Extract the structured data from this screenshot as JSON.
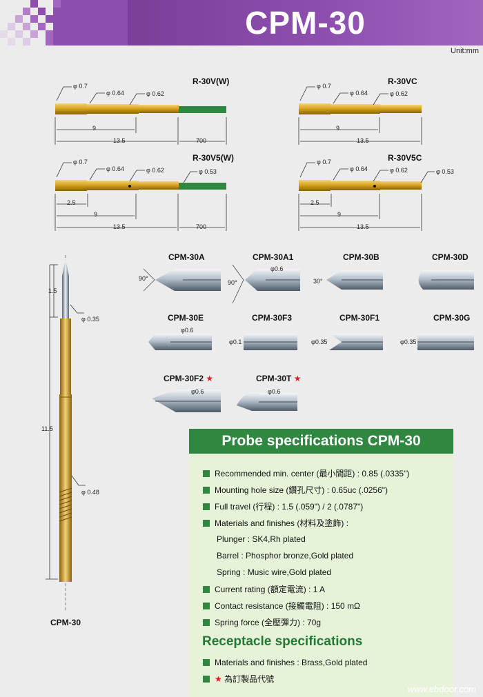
{
  "header": {
    "title": "CPM-30"
  },
  "unit": "Unit:mm",
  "receptacles": [
    {
      "name": "R-30V(W)",
      "dia1": "φ 0.7",
      "dia2": "φ 0.64",
      "dia3": "φ 0.62",
      "d9": "9",
      "d135": "13.5",
      "d700": "700"
    },
    {
      "name": "R-30VC",
      "dia1": "φ 0.7",
      "dia2": "φ 0.64",
      "dia3": "φ 0.62",
      "d9": "9",
      "d135": "13.5"
    },
    {
      "name": "R-30V5(W)",
      "dia1": "φ 0.7",
      "dia2": "φ 0.64",
      "dia3": "φ 0.62",
      "dia4": "φ 0.53",
      "d25": "2.5",
      "d9": "9",
      "d135": "13.5",
      "d700": "700"
    },
    {
      "name": "R-30V5C",
      "dia1": "φ 0.7",
      "dia2": "φ 0.64",
      "dia3": "φ 0.62",
      "dia4": "φ 0.53",
      "d25": "2.5",
      "d9": "9",
      "d135": "13.5"
    }
  ],
  "probe": {
    "label": "CPM-30",
    "d15": "1.5",
    "d115": "11.5",
    "dia035": "φ 0.35",
    "dia048": "φ 0.48"
  },
  "tips": [
    {
      "name": "CPM-30A",
      "note": "90°"
    },
    {
      "name": "CPM-30A1",
      "note": "90°",
      "dia": "φ0.6"
    },
    {
      "name": "CPM-30B",
      "note": "30°"
    },
    {
      "name": "CPM-30D"
    },
    {
      "name": "CPM-30E",
      "dia": "φ0.6"
    },
    {
      "name": "CPM-30F3",
      "dia": "φ0.1"
    },
    {
      "name": "CPM-30F1",
      "dia": "φ0.35"
    },
    {
      "name": "CPM-30G",
      "dia": "φ0.35"
    },
    {
      "name": "CPM-30F2",
      "dia": "φ0.6"
    },
    {
      "name": "CPM-30T",
      "dia": "φ0.6"
    }
  ],
  "star": "★",
  "spec": {
    "title": "Probe specifications CPM-30",
    "items": [
      "Recommended min. center (最小間距) : 0.85 (.0335\")",
      "Mounting hole size (鑽孔尺寸) : 0.65uc (.0256\")",
      "Full travel (行程) : 1.5 (.059\") / 2 (.0787\")",
      "Materials and finishes (材料及塗飾) :"
    ],
    "sub": [
      "Plunger : SK4,Rh plated",
      "Barrel : Phosphor bronze,Gold plated",
      "Spring : Music wire,Gold plated"
    ],
    "items2": [
      "Current rating (額定電流) : 1 A",
      "Contact resistance (接觸電阻) : 150 mΩ",
      "Spring force (全壓彈力) : 70g"
    ],
    "rec_title": "Receptacle specifications",
    "rec_items": [
      "Materials and finishes : Brass,Gold plated"
    ],
    "order_note": "為訂製品代號"
  },
  "watermark": "www.ebdoor.com",
  "colors": {
    "purple": "#8d4fae",
    "green": "#2f8740",
    "gold": "#d9a520"
  }
}
